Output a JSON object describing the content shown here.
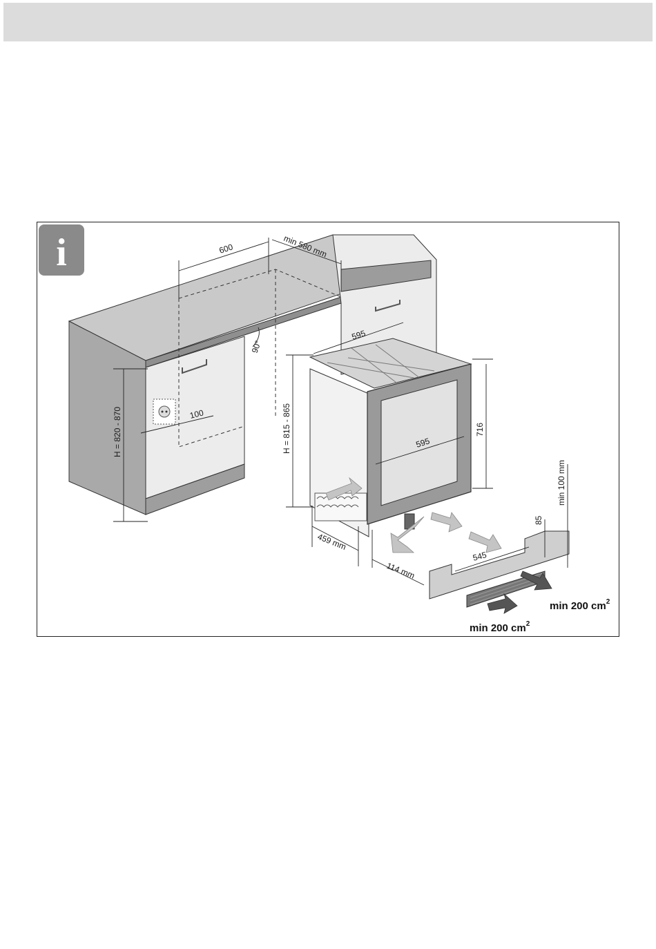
{
  "header": {
    "band_color": "#dcdcdc"
  },
  "info_badge": {
    "glyph": "i",
    "icon": "info-icon",
    "color": "#8a8a8a"
  },
  "dimensions": {
    "width_cabinet": "600",
    "depth_min": "min 580 mm",
    "width_appliance_top": "595",
    "width_appliance_front": "595",
    "angle": "90°",
    "socket_offset": "100",
    "height_niche": "H = 820 - 870",
    "height_appliance": "H = 815 - 865",
    "door_height": "716",
    "depth_body": "459 mm",
    "plinth_offset": "114 mm",
    "plinth_depth": "545",
    "plinth_height": "85",
    "plinth_min_height": "min 100 mm",
    "vent_front": "min 200 cm",
    "vent_front_sup": "2",
    "vent_rear": "min 200 cm",
    "vent_rear_sup": "2"
  },
  "colors": {
    "cabinet_side": "#a9a9a9",
    "cabinet_top": "#c9c9c9",
    "cabinet_front": "#ececec",
    "door_frame": "#9a9a9a",
    "glass": "#e2e2e2",
    "arrow_light": "#bdbdbd",
    "arrow_dark": "#555555"
  }
}
